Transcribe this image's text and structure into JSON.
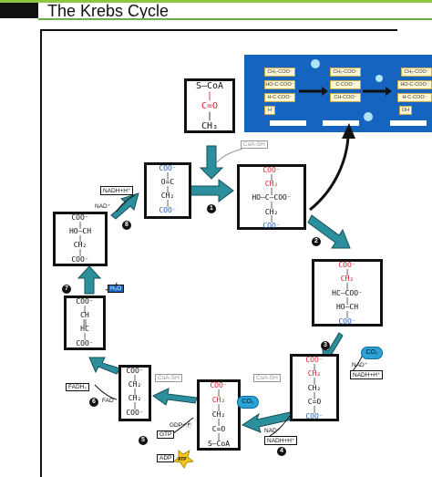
{
  "header": {
    "title": "The Krebs Cycle"
  },
  "inset": {
    "labels": [
      "CH₂-COO⁻",
      "HO-C-COO⁻",
      "H-C-COO⁻",
      "H",
      "CH₂-COO⁻",
      "C-COO⁻",
      "CH-COO⁻",
      "CH₂-COO⁻",
      "HO-C-COO⁻",
      "H-C-COO⁻",
      "OH"
    ]
  },
  "molecules": {
    "acetyl_coa": [
      "S—CoA",
      "|",
      "C=O",
      "|",
      "CH₃"
    ],
    "oxaloacetate": [
      "COO⁻",
      "|",
      "O=C",
      "|",
      "CH₂",
      "|",
      "COO⁻"
    ],
    "citrate": [
      "COO⁻",
      "|",
      "CH₂",
      "|",
      "HO—C—COO⁻",
      "|",
      "CH₂",
      "|",
      "COO⁻"
    ],
    "isocitrate": [
      "COO⁻",
      "|",
      "CH₂",
      "|",
      "HC—COO⁻",
      "|",
      "HO—CH",
      "|",
      "COO⁻"
    ],
    "alpha_ketoglutarate": [
      "COO⁻",
      "|",
      "CH₂",
      "|",
      "CH₂",
      "|",
      "C=O",
      "|",
      "COO⁻"
    ],
    "succinyl_coa": [
      "COO⁻",
      "|",
      "CH₂",
      "|",
      "CH₂",
      "|",
      "C=O",
      "|",
      "S—CoA"
    ],
    "succinate": [
      "COO⁻",
      "|",
      "CH₂",
      "|",
      "CH₂",
      "|",
      "COO⁻"
    ],
    "fumarate": [
      "COO⁻",
      "|",
      "CH",
      "‖",
      "HC",
      "|",
      "COO⁻"
    ],
    "malate": [
      "COO⁻",
      "|",
      "HO—CH",
      "|",
      "CH₂",
      "|",
      "COO⁻"
    ]
  },
  "labels": {
    "coa_sh": "CoA-SH",
    "nadh_h": "NADH+H⁺",
    "nad": "NAD⁺",
    "co2": "CO₂",
    "h2o": "H₂O",
    "fadh2": "FADH₂",
    "fad": "FAD",
    "gdp_pi": "GDP+Ⓟ",
    "gtp": "GTP",
    "adp": "ADP",
    "atp": "ATP"
  },
  "steps": [
    "1",
    "2",
    "3",
    "4",
    "5",
    "6",
    "7",
    "8"
  ],
  "colors": {
    "teal_arrow": "#2b8f9e",
    "bubble": "#29a3d8",
    "inset_bg": "#1565c0",
    "accent_green": "#8dc63f",
    "carbon_red": "#d6242c",
    "carbon_blue": "#1f5fbf"
  }
}
